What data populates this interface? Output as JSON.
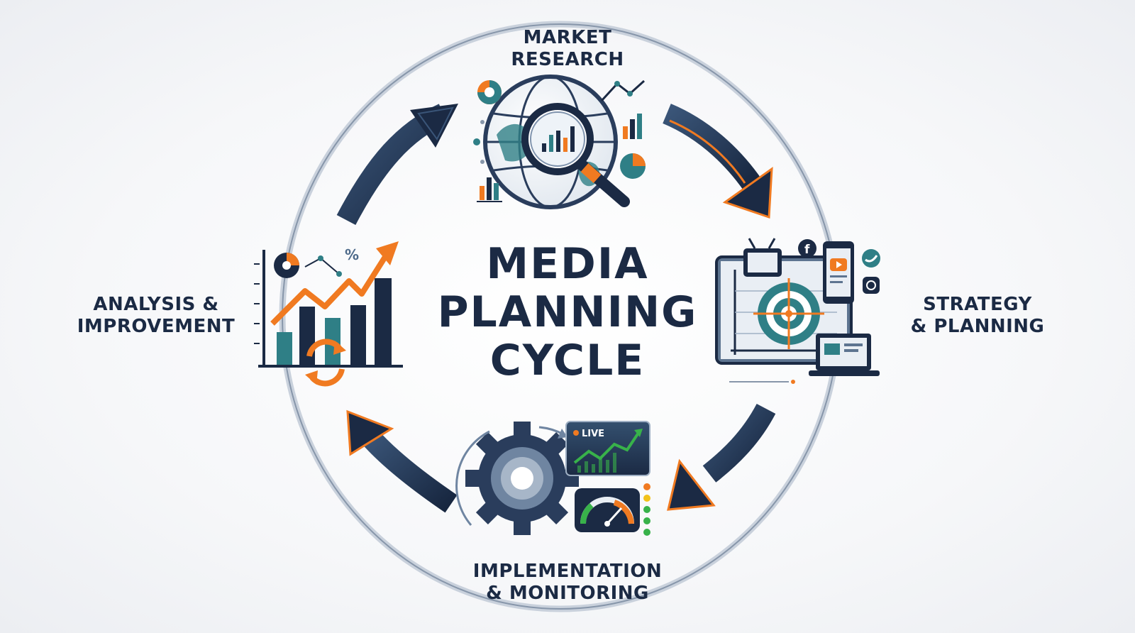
{
  "title": {
    "line1": "MEDIA",
    "line2": "PLANNING",
    "line3": "CYCLE"
  },
  "stages": {
    "market_research": {
      "line1": "MARKET",
      "line2": "RESEARCH",
      "icon": "globe-magnifier-icon"
    },
    "strategy_planning": {
      "line1": "STRATEGY",
      "line2": "& PLANNING",
      "icon": "target-blueprint-icon"
    },
    "implementation_monitoring": {
      "line1": "IMPLEMENTATION",
      "line2": "& MONITORING",
      "icon": "gear-dashboard-icon",
      "screen_badge": "LIVE"
    },
    "analysis_improvement": {
      "line1": "ANALYSIS &",
      "line2": "IMPROVEMENT",
      "icon": "growth-chart-icon"
    }
  },
  "colors": {
    "navy": "#1b2a44",
    "steel": "#4d6a8a",
    "orange": "#f07a21",
    "teal": "#2f7f86",
    "green": "#38b24a"
  }
}
